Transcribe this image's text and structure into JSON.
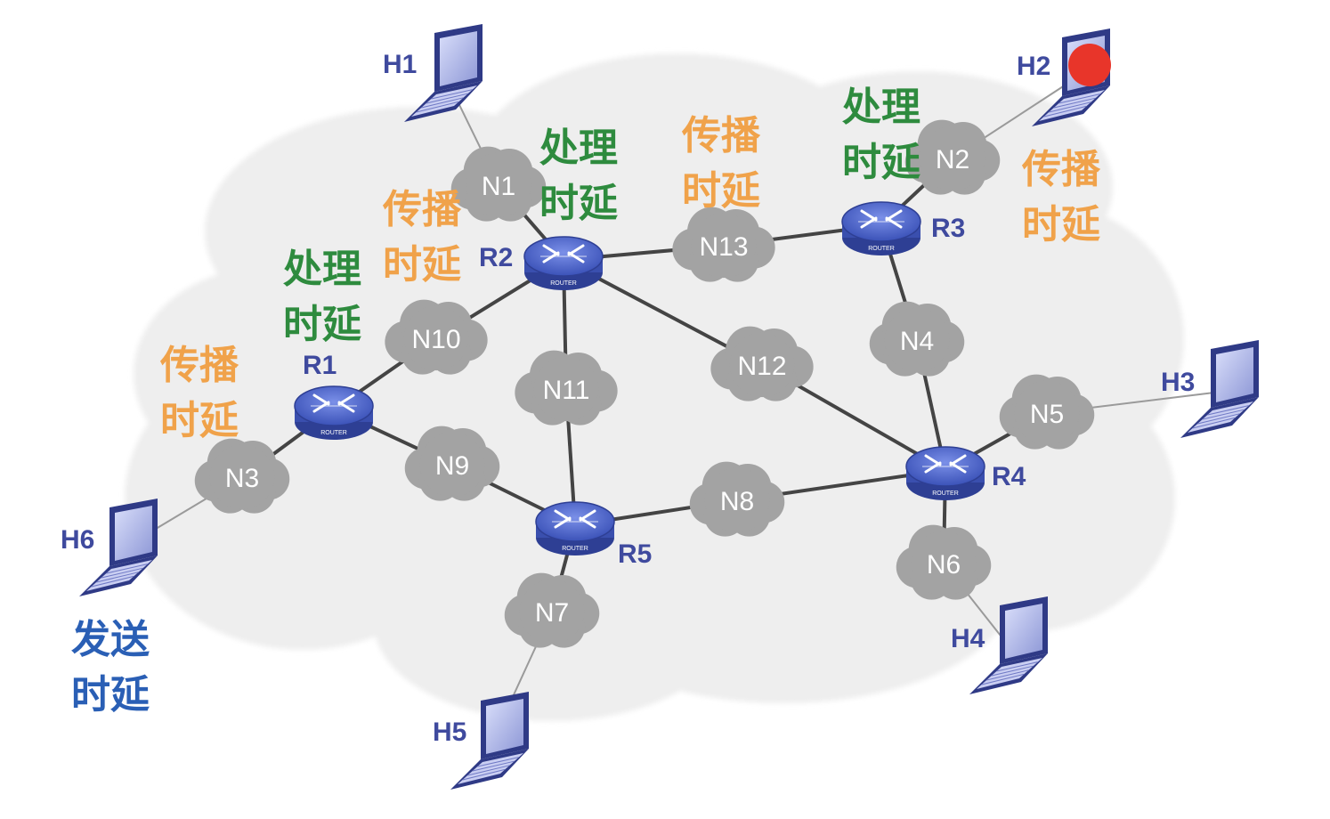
{
  "hosts": [
    {
      "id": "H1",
      "label": "H1"
    },
    {
      "id": "H2",
      "label": "H2"
    },
    {
      "id": "H3",
      "label": "H3"
    },
    {
      "id": "H4",
      "label": "H4"
    },
    {
      "id": "H5",
      "label": "H5"
    },
    {
      "id": "H6",
      "label": "H6"
    }
  ],
  "routers": [
    {
      "id": "R1",
      "label": "R1"
    },
    {
      "id": "R2",
      "label": "R2"
    },
    {
      "id": "R3",
      "label": "R3"
    },
    {
      "id": "R4",
      "label": "R4"
    },
    {
      "id": "R5",
      "label": "R5"
    }
  ],
  "router_badge": "ROUTER",
  "networks": [
    {
      "id": "N1",
      "label": "N1"
    },
    {
      "id": "N2",
      "label": "N2"
    },
    {
      "id": "N3",
      "label": "N3"
    },
    {
      "id": "N4",
      "label": "N4"
    },
    {
      "id": "N5",
      "label": "N5"
    },
    {
      "id": "N6",
      "label": "N6"
    },
    {
      "id": "N7",
      "label": "N7"
    },
    {
      "id": "N8",
      "label": "N8"
    },
    {
      "id": "N9",
      "label": "N9"
    },
    {
      "id": "N10",
      "label": "N10"
    },
    {
      "id": "N11",
      "label": "N11"
    },
    {
      "id": "N12",
      "label": "N12"
    },
    {
      "id": "N13",
      "label": "N13"
    }
  ],
  "delays": {
    "propagation": {
      "line1": "传播",
      "line2": "时延"
    },
    "processing": {
      "line1": "处理",
      "line2": "时延"
    },
    "transmission": {
      "line1": "发送",
      "line2": "时延"
    }
  },
  "colors": {
    "propagation": "#f0a24a",
    "processing": "#2e8b3e",
    "transmission": "#2a5fb5",
    "label_blue": "#3f4a9e",
    "packet": "#e8352a",
    "cloud_gray": "#9e9e9e",
    "router_blue": "#4a63c8"
  },
  "edges": [
    [
      "H1",
      "N1"
    ],
    [
      "N1",
      "R2"
    ],
    [
      "R2",
      "N13"
    ],
    [
      "N13",
      "R3"
    ],
    [
      "R3",
      "N2"
    ],
    [
      "N2",
      "H2"
    ],
    [
      "R3",
      "N4"
    ],
    [
      "N4",
      "R4"
    ],
    [
      "R4",
      "N5"
    ],
    [
      "N5",
      "H3"
    ],
    [
      "R4",
      "N6"
    ],
    [
      "N6",
      "H4"
    ],
    [
      "R4",
      "N8"
    ],
    [
      "N8",
      "R5"
    ],
    [
      "R5",
      "N7"
    ],
    [
      "N7",
      "H5"
    ],
    [
      "R5",
      "N11"
    ],
    [
      "N11",
      "R2"
    ],
    [
      "R5",
      "N9"
    ],
    [
      "N9",
      "R1"
    ],
    [
      "R1",
      "N10"
    ],
    [
      "N10",
      "R2"
    ],
    [
      "R2",
      "N12"
    ],
    [
      "N12",
      "R4"
    ],
    [
      "R1",
      "N3"
    ],
    [
      "N3",
      "H6"
    ]
  ]
}
